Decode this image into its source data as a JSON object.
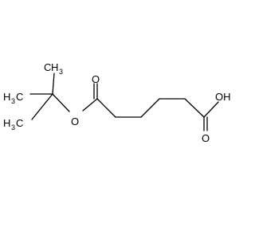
{
  "molecule": {
    "atoms": {
      "ester_oxygen": "O",
      "carbonyl_oxygen_left": "O",
      "carbonyl_oxygen_right": "O",
      "hydroxyl": "OH",
      "methyl_top": {
        "main": "H",
        "sub": "3",
        "tail": "C"
      },
      "methyl_bottom": {
        "main": "H",
        "sub": "3",
        "tail": "C"
      },
      "methyl_right": {
        "main": "C",
        "sub": "H",
        "tail": "3"
      }
    }
  },
  "colors": {
    "bond": "#000000",
    "label": "#000000",
    "background": "#ffffff"
  }
}
